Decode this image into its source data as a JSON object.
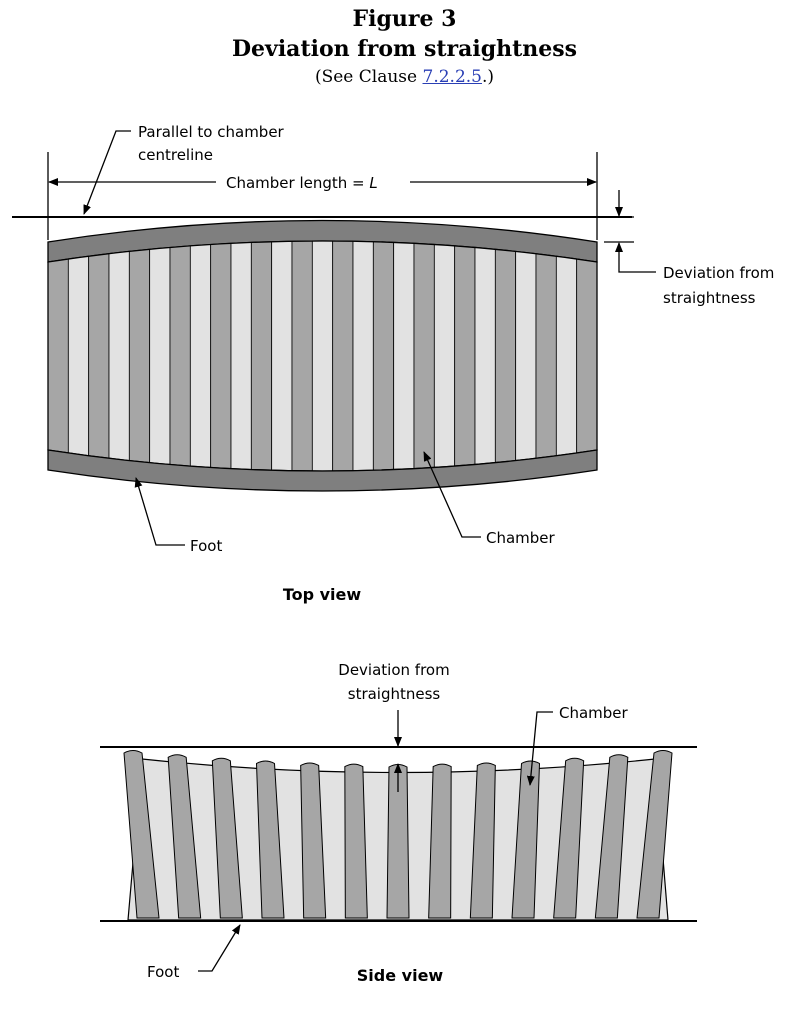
{
  "figure": {
    "number": "Figure 3",
    "title": "Deviation from straightness",
    "ref_prefix": "(See Clause ",
    "ref_link": "7.2.2.5",
    "ref_suffix": ".)"
  },
  "top_view": {
    "parallel_label_1": "Parallel to chamber",
    "parallel_label_2": "centreline",
    "length_label": "Chamber length = ",
    "length_symbol": "L",
    "deviation_label_1": "Deviation from",
    "deviation_label_2": "straightness",
    "foot_label": "Foot",
    "chamber_label": "Chamber",
    "caption": "Top view"
  },
  "side_view": {
    "deviation_label_1": "Deviation from",
    "deviation_label_2": "straightness",
    "chamber_label": "Chamber",
    "foot_label": "Foot",
    "caption": "Side view"
  },
  "colors": {
    "rib_dark": "#a6a6a6",
    "rib_light": "#e2e2e2",
    "foot_band": "#7f7f7f",
    "line": "#000000"
  }
}
